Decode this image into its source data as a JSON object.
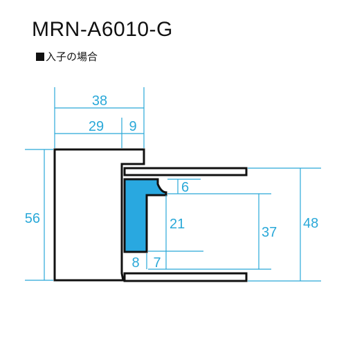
{
  "header": {
    "model": "MRN-A6010-G",
    "subtitle": "入子の場合"
  },
  "dimensions": {
    "overall_width": "38",
    "left_width": "29",
    "right_width": "9",
    "overall_height": "56",
    "inner_height": "48",
    "rebate_depth": "37",
    "glazing_depth": "21",
    "lip_height": "6",
    "bottom_left": "8",
    "bottom_right": "7"
  },
  "colors": {
    "dimension_line": "#29a8d8",
    "frame_outline": "#111111",
    "insert_fill": "#29a8e0"
  }
}
